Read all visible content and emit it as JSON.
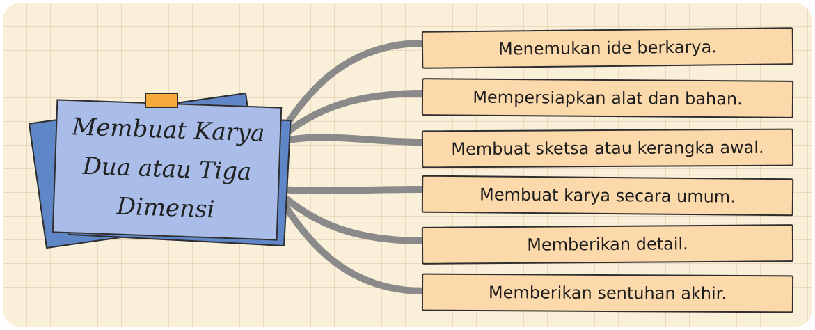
{
  "title": "Membuat Karya\nDua atau Tiga\nDimensi",
  "steps": [
    "Menemukan ide berkarya.",
    "Mempersiapkan alat dan bahan.",
    "Membuat sketsa atau kerangka awal.",
    "Membuat karya secara umum.",
    "Memberikan detail.",
    "Memberikan sentuhan akhir."
  ],
  "colors": {
    "background": "#faf0d9",
    "note": "#a9bde8",
    "note_shadow": "#5f86c6",
    "tape": "#f4a93a",
    "step_box": "#fcd9aa",
    "connector": "#8a8a8a"
  }
}
